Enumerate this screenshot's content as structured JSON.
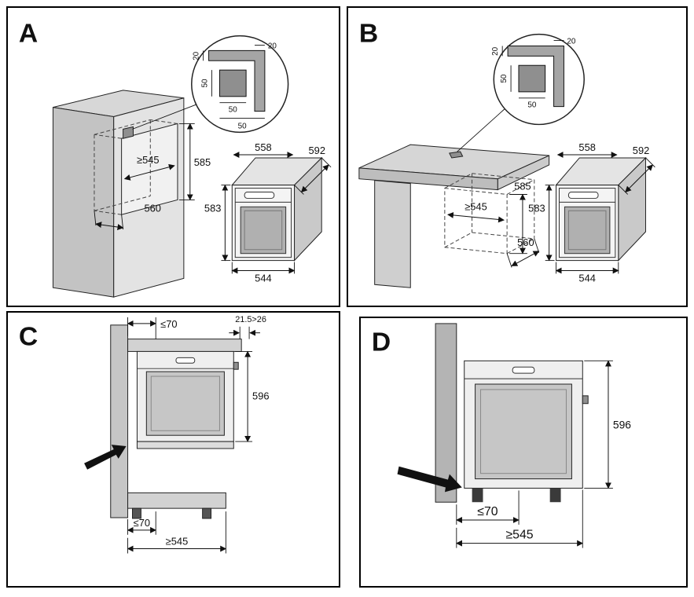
{
  "panels": {
    "a": {
      "label": "A",
      "niche": {
        "width": "≥545",
        "height": "585",
        "depth": "560"
      },
      "detail": {
        "strip_top": "20",
        "strip_side": "20",
        "square_height": "50",
        "square_width": "50",
        "square_offset": "50"
      },
      "oven": {
        "top_width": "558",
        "top_depth": "592",
        "height": "583",
        "bottom_width": "544"
      }
    },
    "b": {
      "label": "B",
      "niche": {
        "width": "≥545",
        "height": "585",
        "depth": "560"
      },
      "detail": {
        "strip_top": "20",
        "strip_side": "20",
        "square_height": "50",
        "square_width": "50"
      },
      "oven": {
        "top_width": "558",
        "top_depth": "592",
        "height": "583",
        "bottom_width": "544"
      }
    },
    "c": {
      "label": "C",
      "top_clearance": "≤70",
      "front_clearance": "21.5>26",
      "oven_height": "596",
      "bottom_clearance": "≤70",
      "niche_width": "≥545"
    },
    "d": {
      "label": "D",
      "oven_height": "596",
      "bottom_clearance": "≤70",
      "niche_width": "≥545"
    }
  }
}
